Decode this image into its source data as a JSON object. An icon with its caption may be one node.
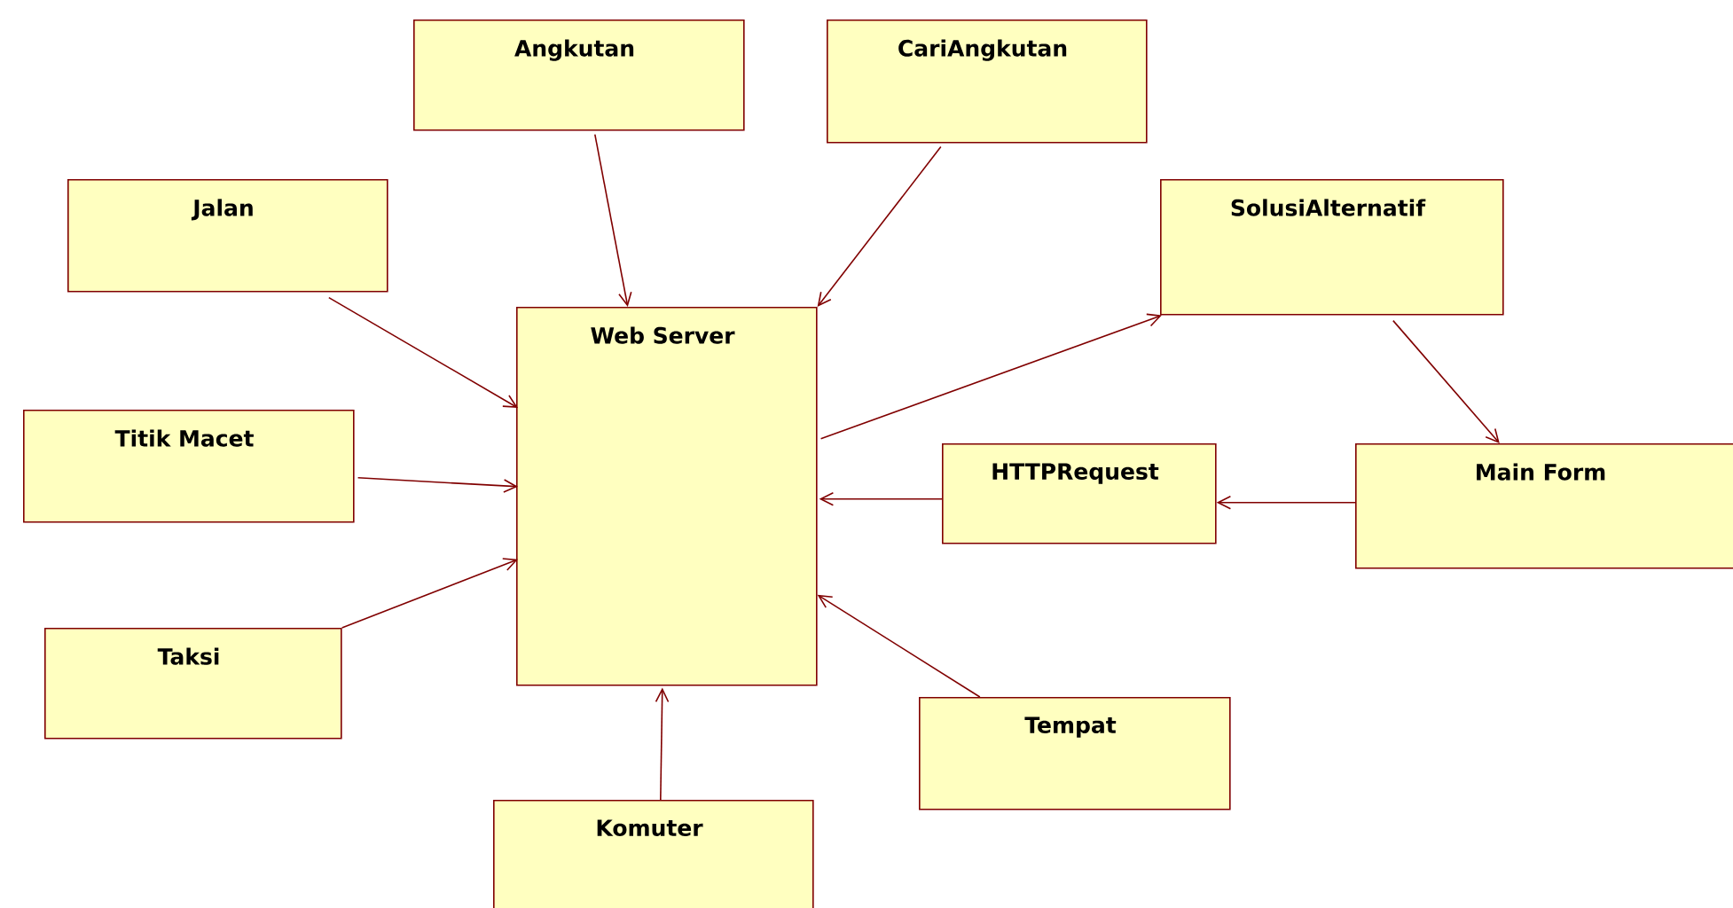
{
  "diagram": {
    "nodes": [
      {
        "text": [
          "Angkutan"
        ]
      },
      {
        "text": [
          "CariAngkutan"
        ]
      },
      {
        "text": [
          "Jalan"
        ]
      },
      {
        "text": [
          "SolusiAlternatif"
        ]
      },
      {
        "text": [
          "Web Server"
        ]
      },
      {
        "text": [
          "Titik Macet"
        ]
      },
      {
        "text": [
          "HTTPRequest"
        ]
      },
      {
        "text": [
          "Main Form"
        ]
      },
      {
        "text": [
          "Taksi"
        ]
      },
      {
        "text": [
          "Tempat"
        ]
      },
      {
        "text": [
          "Komuter"
        ]
      }
    ],
    "edges": [
      {
        "from": 0,
        "to": 4,
        "arrow": "to"
      },
      {
        "from": 1,
        "to": 4,
        "arrow": "to"
      },
      {
        "from": 2,
        "to": 4,
        "arrow": "to"
      },
      {
        "from": 5,
        "to": 4,
        "arrow": "to"
      },
      {
        "from": 8,
        "to": 4,
        "arrow": "to"
      },
      {
        "from": 10,
        "to": 4,
        "arrow": "to"
      },
      {
        "from": 9,
        "to": 4,
        "arrow": "to"
      },
      {
        "from": 6,
        "to": 4,
        "arrow": "to"
      },
      {
        "from": 7,
        "to": 6,
        "arrow": "to"
      },
      {
        "from": 4,
        "to": 3,
        "arrow": "to"
      },
      {
        "from": 3,
        "to": 7,
        "arrow": "to"
      }
    ]
  }
}
